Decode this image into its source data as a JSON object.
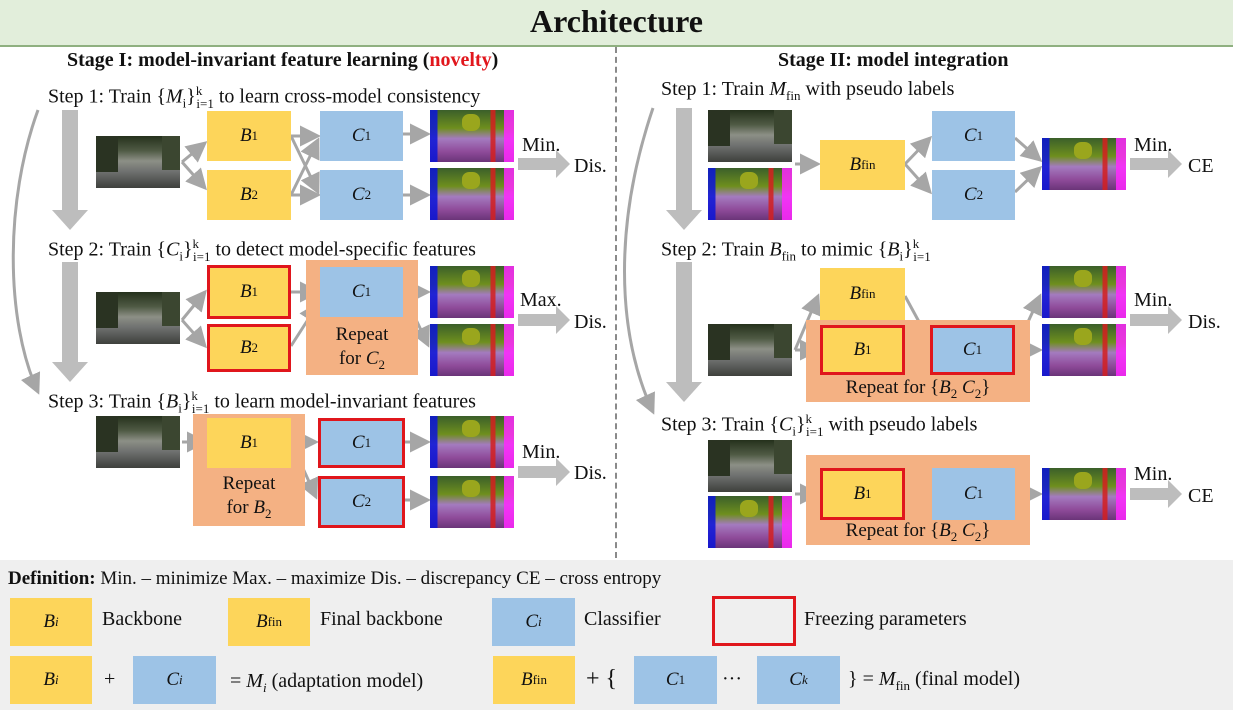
{
  "title": "Architecture",
  "stage1": {
    "title_prefix": "Stage I: model-invariant feature learning (",
    "title_highlight": "novelty",
    "title_suffix": ")",
    "step1": {
      "prefix": "Step 1: Train {",
      "var": "M",
      "sub": "i",
      "brace": "}",
      "supsub": "k",
      "subsub": "i=1",
      "suffix": " to learn cross-model consistency"
    },
    "step2": {
      "prefix": "Step 2: Train {",
      "var": "C",
      "sub": "i",
      "brace": "}",
      "supsub": "k",
      "subsub": "i=1",
      "suffix": " to detect model-specific features"
    },
    "step3": {
      "prefix": "Step 3: Train {",
      "var": "B",
      "sub": "i",
      "brace": "}",
      "supsub": "k",
      "subsub": "i=1",
      "suffix": " to learn model-invariant features"
    },
    "b1_var": "B",
    "b1_sub": "1",
    "b2_var": "B",
    "b2_sub": "2",
    "c1_var": "C",
    "c1_sub": "1",
    "c2_var": "C",
    "c2_sub": "2",
    "repeat_line1": "Repeat",
    "repeat_c_prefix": "for ",
    "repeat_c_var": "C",
    "repeat_c_sub": "2",
    "repeat_b_var": "B",
    "repeat_b_sub": "2",
    "min_label": "Min.",
    "max_label": "Max.",
    "dis_label": "Dis."
  },
  "stage2": {
    "title": "Stage II: model integration",
    "step1": {
      "prefix": "Step 1: Train ",
      "var": "M",
      "sub": "fin",
      "suffix": " with pseudo labels"
    },
    "step2": {
      "prefix": "Step 2: Train ",
      "var": "B",
      "sub": "fin",
      "middle": " to mimic {",
      "var2": "B",
      "sub2": "i",
      "brace": "}",
      "supsub": "k",
      "subsub": "i=1"
    },
    "step3": {
      "prefix": "Step 3: Train {",
      "var": "C",
      "sub": "i",
      "brace": "}",
      "supsub": "k",
      "subsub": "i=1",
      "suffix": " with pseudo labels"
    },
    "bfin_var": "B",
    "bfin_sub": "fin",
    "b1_var": "B",
    "b1_sub": "1",
    "c1_var": "C",
    "c1_sub": "1",
    "c2_var": "C",
    "c2_sub": "2",
    "repeat_prefix": "Repeat for {",
    "repeat_b": "B",
    "repeat_b_sub": "2",
    "repeat_c": "C",
    "repeat_c_sub": "2",
    "repeat_suffix": "}",
    "min_label": "Min.",
    "ce_label": "CE",
    "dis_label": "Dis."
  },
  "definition": {
    "heading": "Definition:",
    "text": " Min. – minimize  Max. – maximize  Dis. – discrepancy  CE – cross entropy",
    "bi_var": "B",
    "bi_sub": "i",
    "bi_label": "Backbone",
    "bfin_var": "B",
    "bfin_sub": "fin",
    "bfin_label": "Final backbone",
    "ci_var": "C",
    "ci_sub": "i",
    "ci_label": "Classifier",
    "frozen_label": "Freezing parameters",
    "plus": "+",
    "eq_prefix": "= ",
    "mi_var": "M",
    "mi_sub": "i",
    "mi_suffix": " (adaptation model)",
    "plus_brace": "+ {",
    "c1_var": "C",
    "c1_sub": "1",
    "dots": "···",
    "ck_var": "C",
    "ck_sub": "k",
    "close_brace_eq": "} = ",
    "mfin_var": "M",
    "mfin_sub": "fin",
    "mfin_suffix": " (final model)"
  },
  "colors": {
    "backbone": "#fdd55a",
    "classifier": "#9dc3e6",
    "repeat": "#f4b183",
    "frozen": "#e0161c",
    "novelty": "#e1161c",
    "title_bg": "#e2eedb"
  }
}
